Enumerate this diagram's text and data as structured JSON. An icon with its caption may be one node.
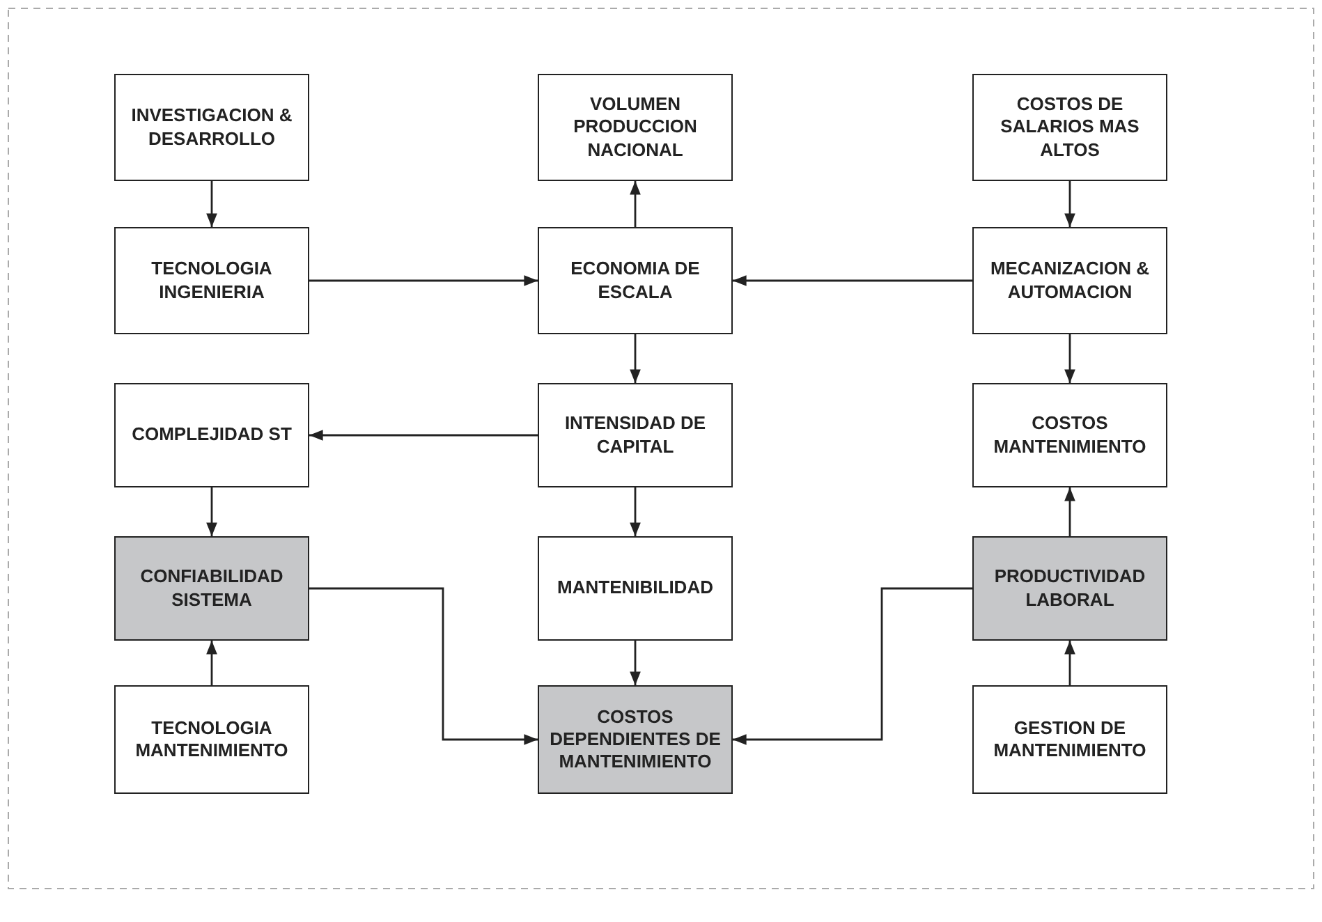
{
  "diagram": {
    "nodes": [
      {
        "text": [
          "INVESTIGACION & DESARROLLO"
        ]
      },
      {
        "text": [
          "VOLUMEN PRODUCCION NACIONAL"
        ]
      },
      {
        "text": [
          "COSTOS DE SALARIOS MAS ALTOS"
        ]
      },
      {
        "text": [
          "TECNOLOGIA INGENIERIA"
        ]
      },
      {
        "text": [
          "ECONOMIA DE ESCALA"
        ]
      },
      {
        "text": [
          "MECANIZACION & AUTOMACION"
        ]
      },
      {
        "text": [
          "COMPLEJIDAD ST"
        ]
      },
      {
        "text": [
          "INTENSIDAD DE CAPITAL"
        ]
      },
      {
        "text": [
          "COSTOS MANTENIMIENTO"
        ]
      },
      {
        "text": [
          "CONFIABILIDAD SISTEMA"
        ]
      },
      {
        "text": [
          "MANTENIBILIDAD"
        ]
      },
      {
        "text": [
          "PRODUCTIVIDAD LABORAL"
        ]
      },
      {
        "text": [
          "TECNOLOGIA MANTENIMIENTO"
        ]
      },
      {
        "text": [
          "COSTOS DEPENDIENTES DE MANTENIMIENTO"
        ]
      },
      {
        "text": [
          "GESTION DE MANTENIMIENTO"
        ]
      }
    ],
    "edges": [
      {
        "from": 0,
        "to": 3,
        "arrow": "to"
      },
      {
        "from": 3,
        "to": 4,
        "arrow": "to"
      },
      {
        "from": 4,
        "to": 1,
        "arrow": "to"
      },
      {
        "from": 2,
        "to": 5,
        "arrow": "to"
      },
      {
        "from": 5,
        "to": 4,
        "arrow": "to"
      },
      {
        "from": 4,
        "to": 7,
        "arrow": "to"
      },
      {
        "from": 7,
        "to": 6,
        "arrow": "to"
      },
      {
        "from": 5,
        "to": 8,
        "arrow": "to"
      },
      {
        "from": 6,
        "to": 9,
        "arrow": "to"
      },
      {
        "from": 7,
        "to": 10,
        "arrow": "to"
      },
      {
        "from": 11,
        "to": 8,
        "arrow": "to"
      },
      {
        "from": 12,
        "to": 9,
        "arrow": "to"
      },
      {
        "from": 10,
        "to": 13,
        "arrow": "to"
      },
      {
        "from": 9,
        "to": 13,
        "arrow": "to"
      },
      {
        "from": 11,
        "to": 13,
        "arrow": "to"
      },
      {
        "from": 14,
        "to": 11,
        "arrow": "to"
      }
    ]
  }
}
